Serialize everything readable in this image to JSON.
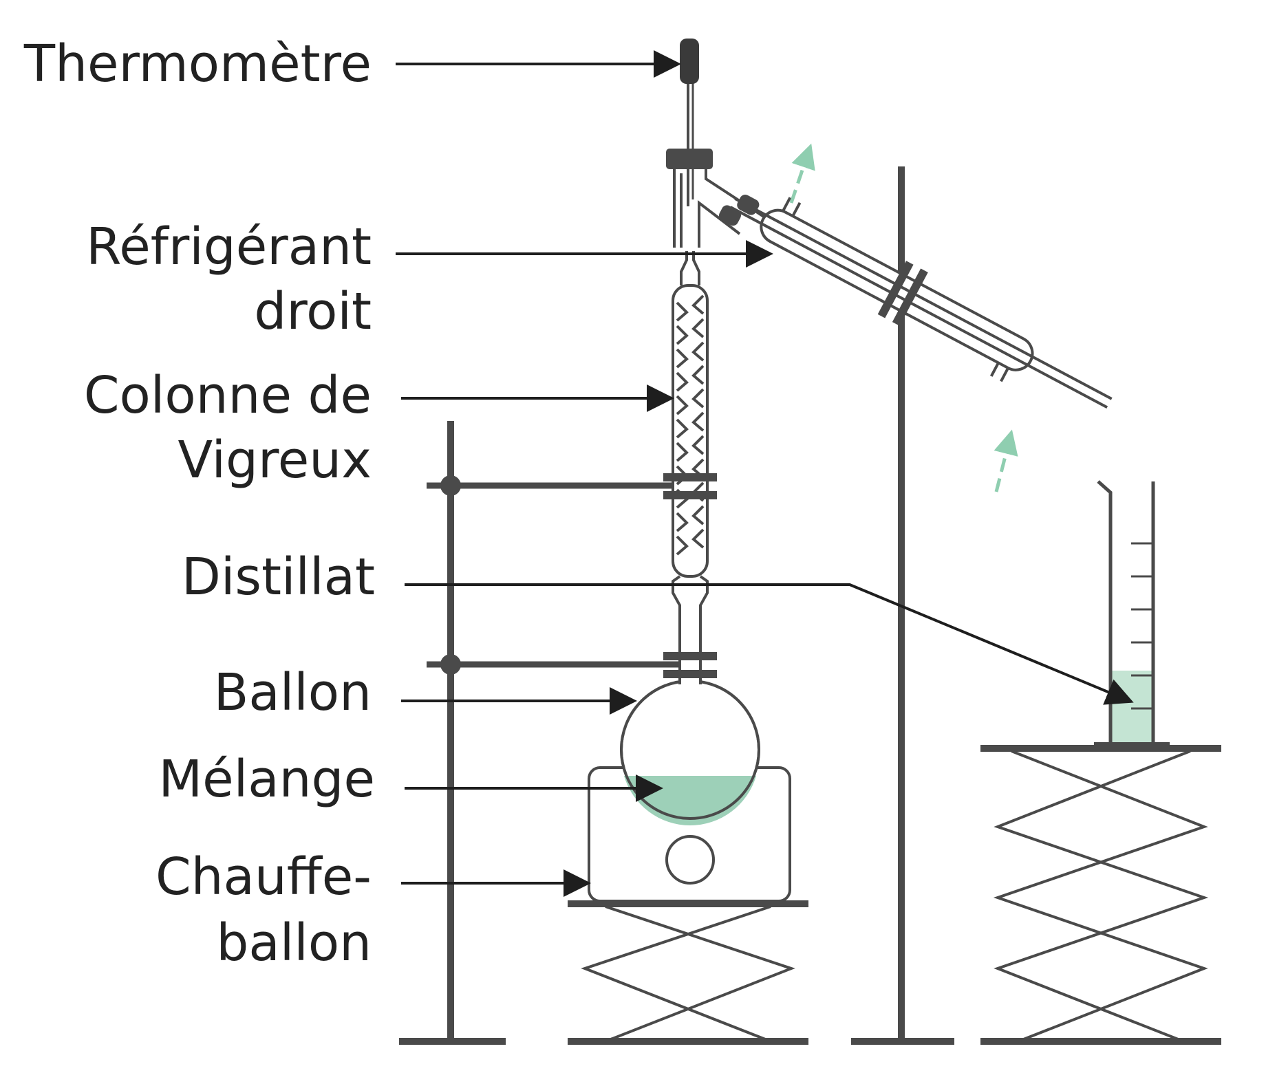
{
  "labels": {
    "thermometre": "Thermomètre",
    "refrigerant_line1": "Réfrigérant",
    "refrigerant_line2": "droit",
    "colonne_line1": "Colonne de",
    "colonne_line2": "Vigreux",
    "distillat": "Distillat",
    "ballon": "Ballon",
    "melange": "Mélange",
    "chauffe_line1": "Chauffe-",
    "chauffe_line2": "ballon"
  },
  "colors": {
    "apparatus": "#4a4a4a",
    "arrow": "#1e1e1e",
    "liquid": "#9dd0b8",
    "distillate": "#c4e4d3",
    "water_arrows": "#8fceb0"
  }
}
